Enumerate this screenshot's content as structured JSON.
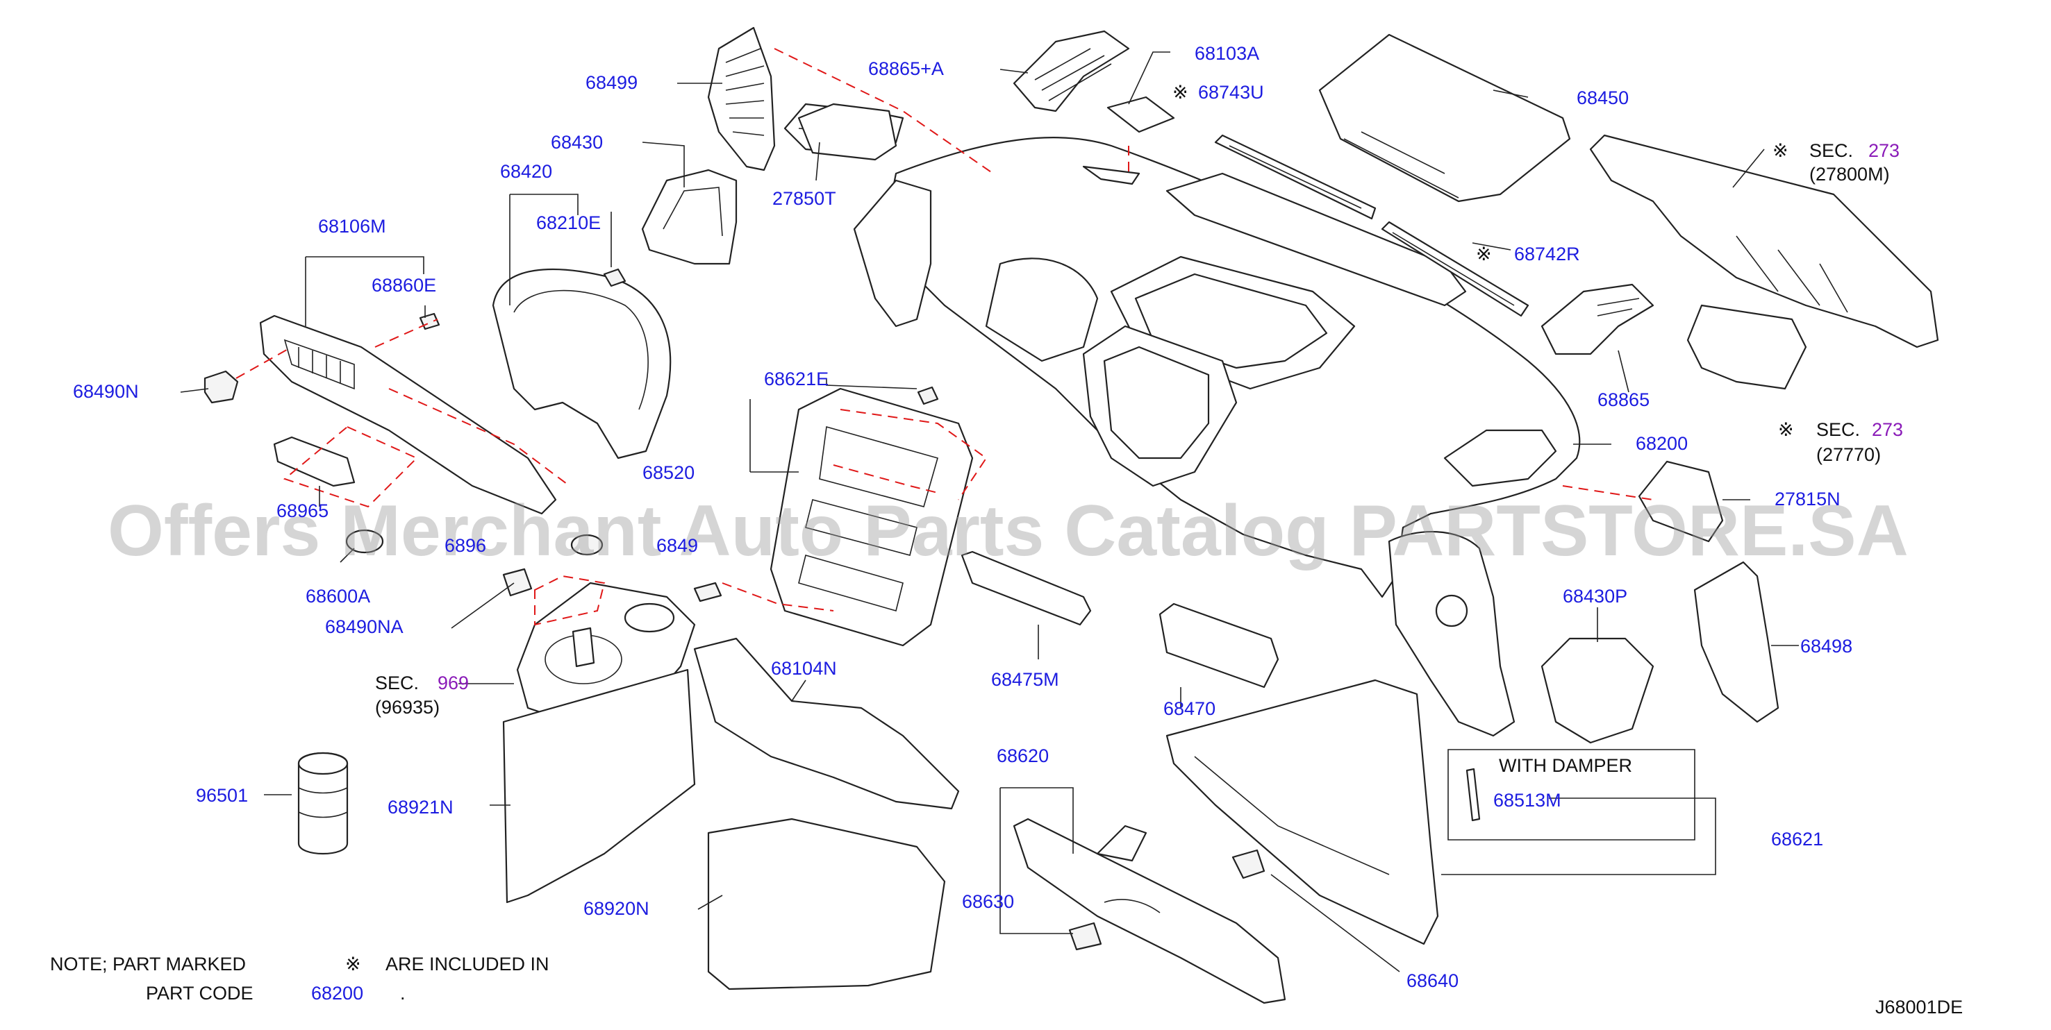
{
  "diagram": {
    "watermark": "Offers Merchant Auto Parts Catalog PARTSTORE.SA",
    "drawing_code": "J68001DE",
    "labels": {
      "p68499": "68499",
      "p68865A": "68865+A",
      "p68103A": "68103A",
      "p68743U": "68743U",
      "p68450": "68450",
      "p68430": "68430",
      "p27850T": "27850T",
      "p68420": "68420",
      "p68210E": "68210E",
      "p68106M": "68106M",
      "p68860E": "68860E",
      "p68742R": "68742R",
      "sec273a": "SEC.",
      "sec273a_num": "273",
      "sec273a_sub": "(27800M)",
      "p68490N": "68490N",
      "p68621E": "68621E",
      "p68865": "68865",
      "p68200": "68200",
      "sec273b": "SEC.",
      "sec273b_num": "273",
      "sec273b_sub": "(27770)",
      "p68520": "68520",
      "p68965": "68965",
      "p27815N": "27815N",
      "p68600A": "68600A",
      "p6896x": "6896",
      "p6849x": "6849",
      "p68430P": "68430P",
      "p68490NA": "68490NA",
      "p68104N": "68104N",
      "p68475M": "68475M",
      "p68498": "68498",
      "sec969": "SEC.",
      "sec969_num": "969",
      "sec969_sub": "(96935)",
      "p68470": "68470",
      "p68620": "68620",
      "with_damper": "WITH   DAMPER",
      "p68513M": "68513M",
      "p96501": "96501",
      "p68921N": "68921N",
      "p68621": "68621",
      "p68630": "68630",
      "p68920N": "68920N",
      "p68640": "68640"
    },
    "note": {
      "line1_a": "NOTE;   PART   MARKED",
      "line1_b": "ARE   INCLUDED   IN",
      "line2_a": "PART   CODE",
      "line2_code": "68200",
      "line2_end": "."
    },
    "colors": {
      "label": "#1c1ce0",
      "section_ref": "#8a1bb8",
      "guide_line": "#e01818",
      "outline": "#222222"
    }
  }
}
